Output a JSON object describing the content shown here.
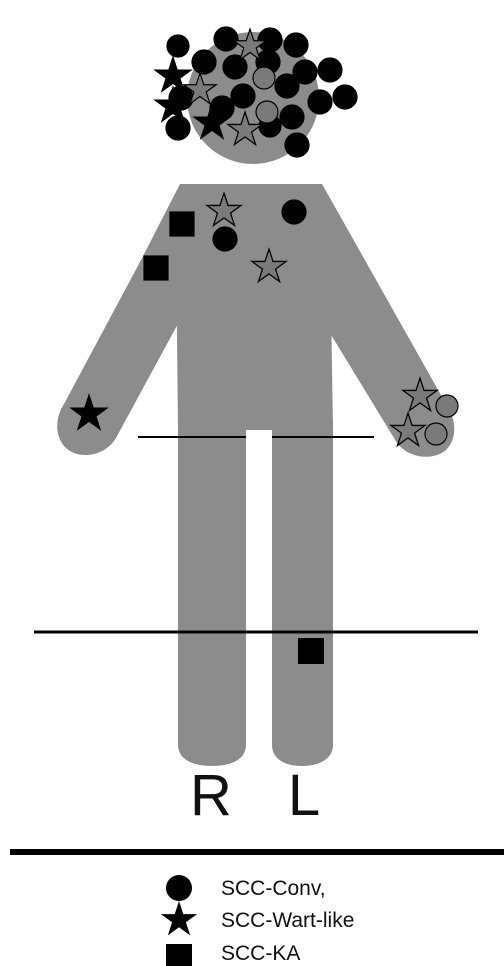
{
  "side_labels": {
    "right": "R",
    "left": "L"
  },
  "legend": [
    {
      "symbol": "circle",
      "label": "SCC-Conv,"
    },
    {
      "symbol": "star",
      "label": "SCC-Wart-like"
    },
    {
      "symbol": "square",
      "label": "SCC-KA"
    }
  ],
  "colors": {
    "body": "#8c8c8c",
    "marker_dark": "#000000",
    "marker_grey": "#7a7a7a",
    "line": "#000000",
    "background": "#ffffff"
  },
  "lesions": {
    "scc_conv": {
      "head": 25,
      "trunk": 2,
      "left_hand": 2
    },
    "scc_wart_like": {
      "head": 8,
      "trunk": 2,
      "right_hand": 1,
      "left_hand": 2
    },
    "scc_ka": {
      "trunk": 2,
      "left_leg": 1
    }
  }
}
